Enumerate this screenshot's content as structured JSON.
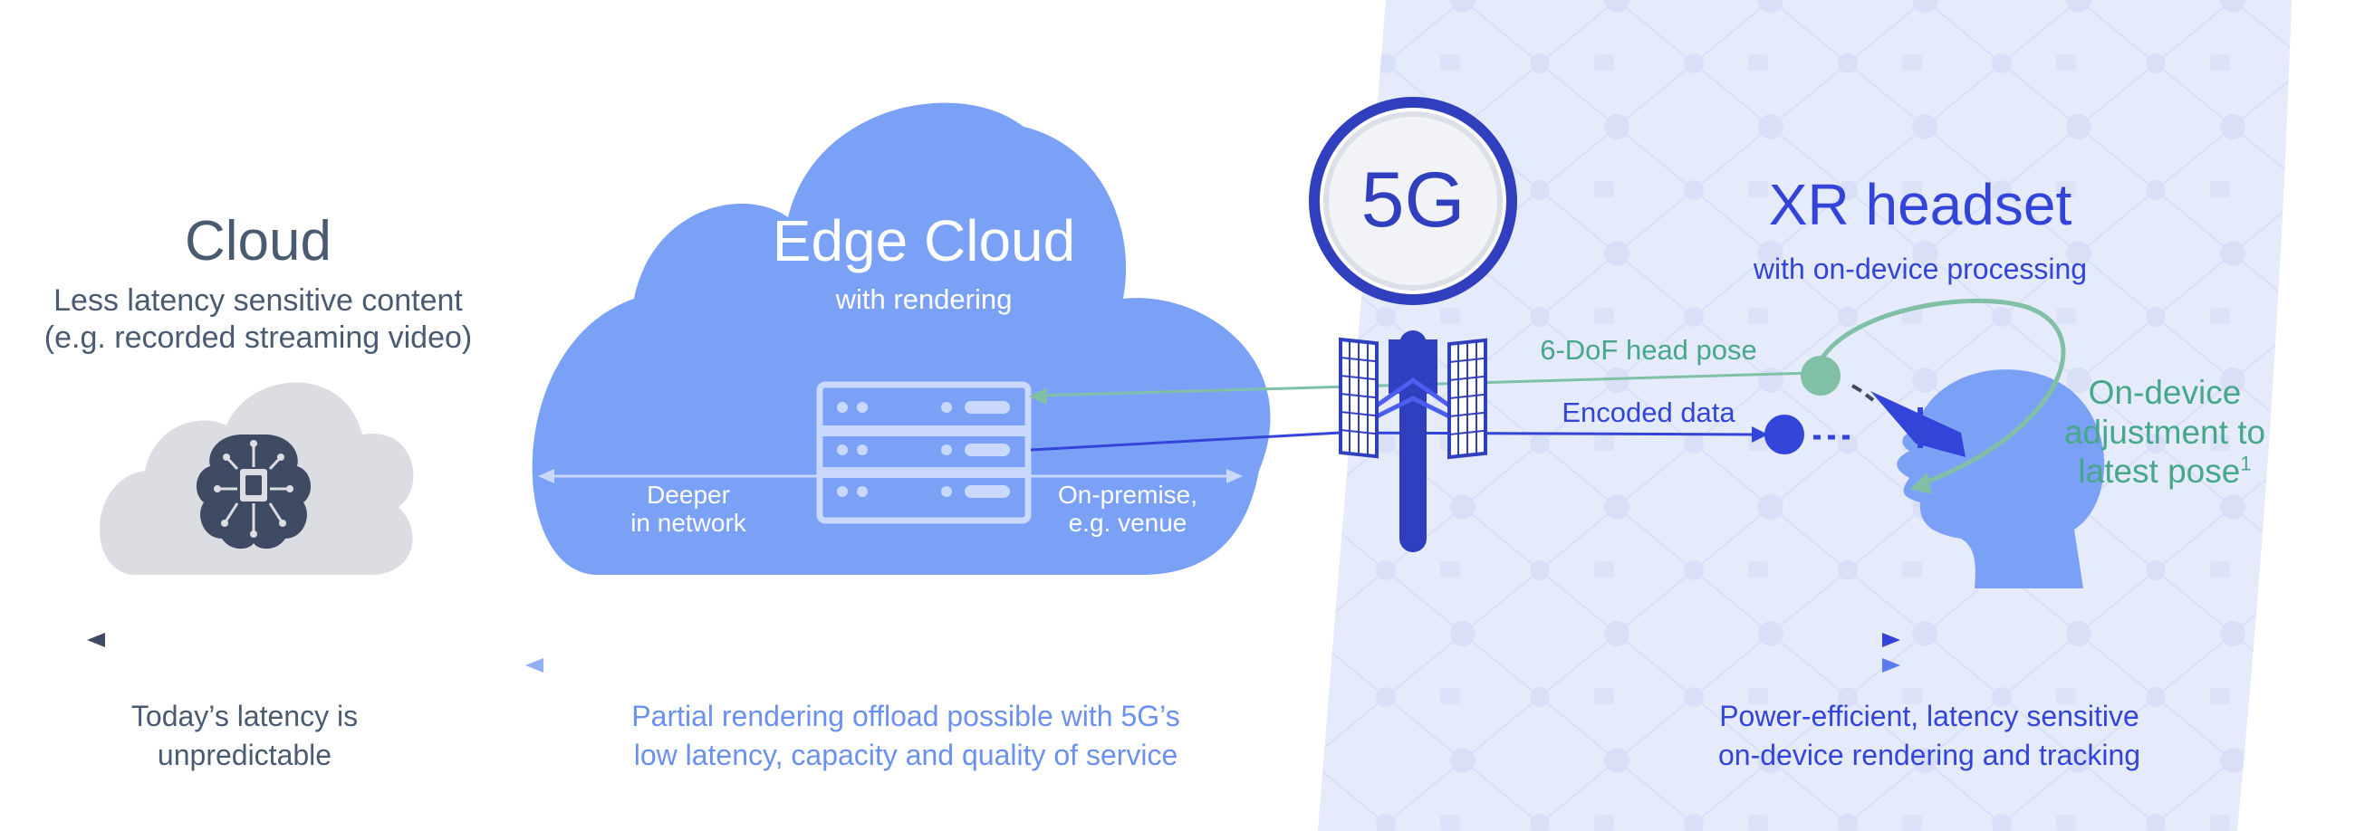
{
  "cloud": {
    "title": "Cloud",
    "subtitle_line1": "Less latency sensitive content",
    "subtitle_line2": "(e.g. recorded streaming video)"
  },
  "edge_cloud": {
    "title": "Edge Cloud",
    "subtitle": "with rendering",
    "left_label_line1": "Deeper",
    "left_label_line2": "in network",
    "right_label_line1": "On-premise,",
    "right_label_line2": "e.g. venue"
  },
  "tower": {
    "badge": "5G"
  },
  "xr": {
    "title": "XR headset",
    "subtitle": "with on-device processing",
    "head_pose_label": "6-DoF head pose",
    "encoded_label": "Encoded data",
    "adjust_line1": "On-device",
    "adjust_line2": "adjustment to",
    "adjust_line3": "latest pose",
    "adjust_footnote": "1"
  },
  "bottom": {
    "today_line1": "Today’s latency is",
    "today_line2": "unpredictable",
    "partial_line1": "Partial rendering offload possible with 5G’s",
    "partial_line2": "low latency, capacity and quality of service",
    "power_line1": "Power-efficient, latency sensitive",
    "power_line2": "on-device rendering and tracking"
  },
  "colors": {
    "cloud_grey": "#dcdde3",
    "brain_dark": "#3f4b62",
    "edge_blue": "#7ba1f7",
    "tower_blue": "#2f3fbd",
    "xr_blue": "#3344d8",
    "pose_green": "#46a78a",
    "background_panel": "#e6ebfb"
  }
}
